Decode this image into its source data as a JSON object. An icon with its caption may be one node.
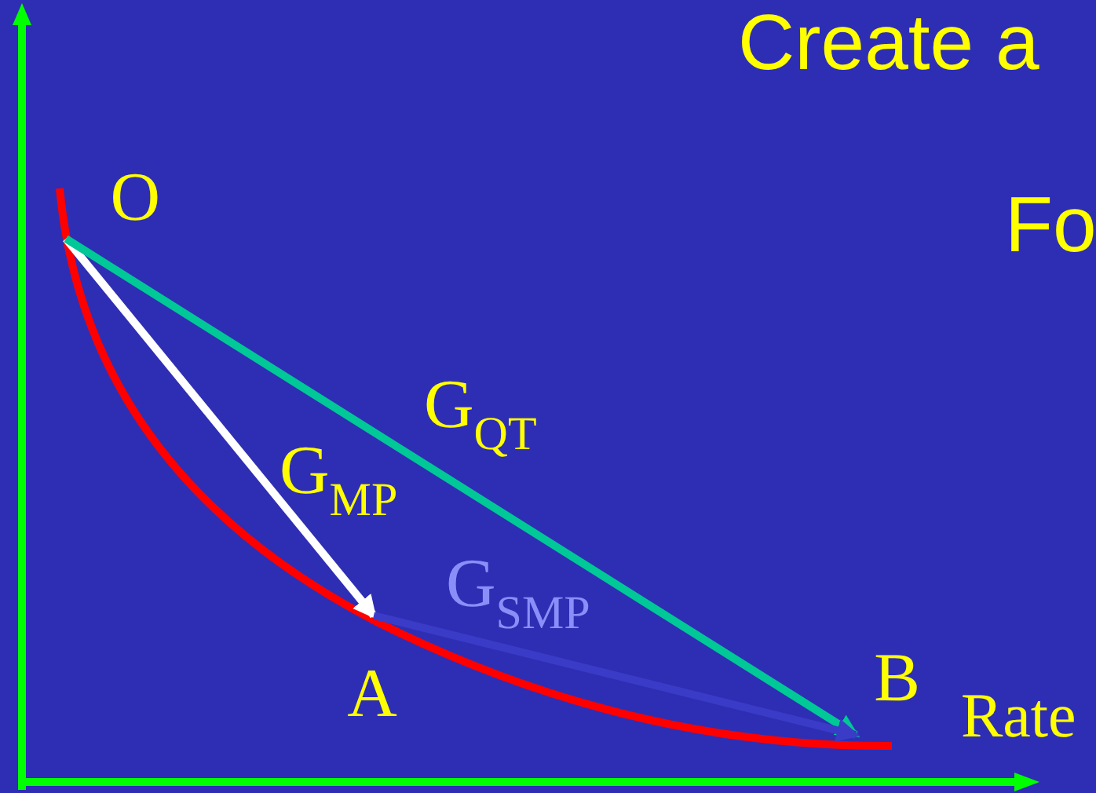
{
  "diagram": {
    "nodes": [
      {
        "text": [
          "O"
        ]
      },
      {
        "text": [
          "A"
        ]
      },
      {
        "text": [
          "B"
        ]
      }
    ],
    "edges": [
      {
        "from": 0,
        "to": 1,
        "arrow": "to",
        "label": "G$_{MP}$",
        "color": "#ffffff"
      },
      {
        "from": 0,
        "to": 2,
        "arrow": "to",
        "label": "G$_{QT}$",
        "color": "#00c896"
      },
      {
        "from": 1,
        "to": 2,
        "arrow": "to",
        "label": "G$_{SMP}$",
        "color": "#3a3cc8"
      }
    ],
    "labels": [
      "Create a",
      "Fo",
      "Rate"
    ]
  }
}
